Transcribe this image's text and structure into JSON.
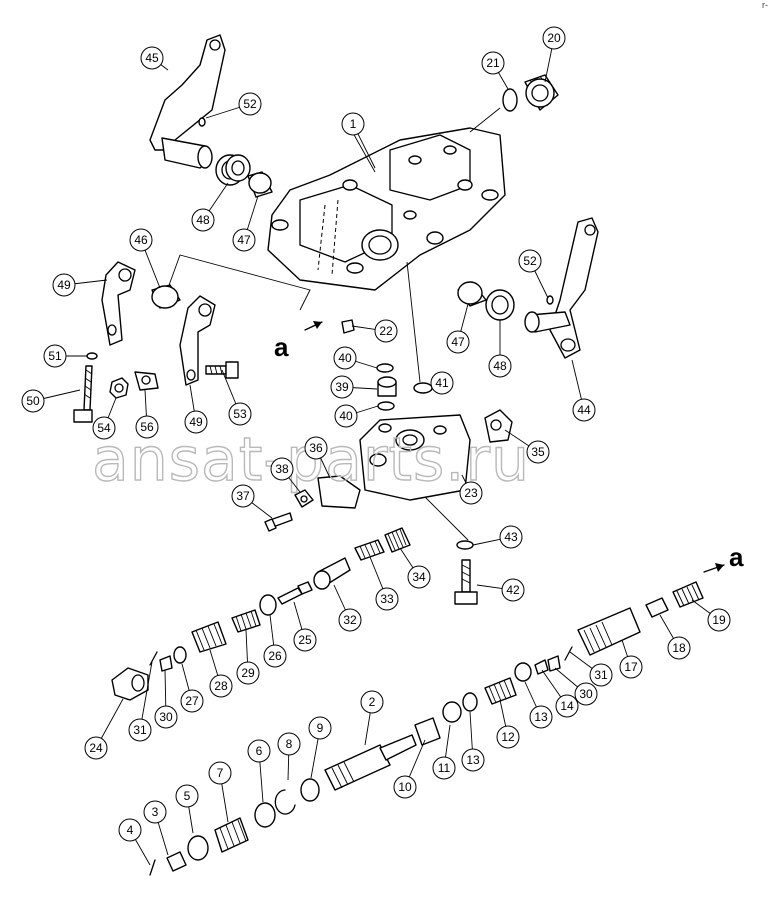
{
  "diagram": {
    "parts": [
      {
        "id": "p1",
        "number": "1"
      },
      {
        "id": "p2",
        "number": "2"
      },
      {
        "id": "p3",
        "number": "3"
      },
      {
        "id": "p4",
        "number": "4"
      },
      {
        "id": "p5",
        "number": "5"
      },
      {
        "id": "p6",
        "number": "6"
      },
      {
        "id": "p7",
        "number": "7"
      },
      {
        "id": "p8",
        "number": "8"
      },
      {
        "id": "p9",
        "number": "9"
      },
      {
        "id": "p10",
        "number": "10"
      },
      {
        "id": "p11",
        "number": "11"
      },
      {
        "id": "p12",
        "number": "12"
      },
      {
        "id": "p13a",
        "number": "13"
      },
      {
        "id": "p13b",
        "number": "13"
      },
      {
        "id": "p14",
        "number": "14"
      },
      {
        "id": "p17",
        "number": "17"
      },
      {
        "id": "p18",
        "number": "18"
      },
      {
        "id": "p19",
        "number": "19"
      },
      {
        "id": "p20",
        "number": "20"
      },
      {
        "id": "p21",
        "number": "21"
      },
      {
        "id": "p22",
        "number": "22"
      },
      {
        "id": "p23",
        "number": "23"
      },
      {
        "id": "p24",
        "number": "24"
      },
      {
        "id": "p25",
        "number": "25"
      },
      {
        "id": "p26",
        "number": "26"
      },
      {
        "id": "p27",
        "number": "27"
      },
      {
        "id": "p28",
        "number": "28"
      },
      {
        "id": "p29",
        "number": "29"
      },
      {
        "id": "p30a",
        "number": "30"
      },
      {
        "id": "p30b",
        "number": "30"
      },
      {
        "id": "p31a",
        "number": "31"
      },
      {
        "id": "p31b",
        "number": "31"
      },
      {
        "id": "p32",
        "number": "32"
      },
      {
        "id": "p33",
        "number": "33"
      },
      {
        "id": "p34",
        "number": "34"
      },
      {
        "id": "p35",
        "number": "35"
      },
      {
        "id": "p36",
        "number": "36"
      },
      {
        "id": "p37",
        "number": "37"
      },
      {
        "id": "p38",
        "number": "38"
      },
      {
        "id": "p39",
        "number": "39"
      },
      {
        "id": "p40a",
        "number": "40"
      },
      {
        "id": "p40b",
        "number": "40"
      },
      {
        "id": "p41",
        "number": "41"
      },
      {
        "id": "p42",
        "number": "42"
      },
      {
        "id": "p43",
        "number": "43"
      },
      {
        "id": "p44",
        "number": "44"
      },
      {
        "id": "p45",
        "number": "45"
      },
      {
        "id": "p46",
        "number": "46"
      },
      {
        "id": "p47a",
        "number": "47"
      },
      {
        "id": "p47b",
        "number": "47"
      },
      {
        "id": "p48a",
        "number": "48"
      },
      {
        "id": "p48b",
        "number": "48"
      },
      {
        "id": "p49a",
        "number": "49"
      },
      {
        "id": "p49b",
        "number": "49"
      },
      {
        "id": "p50",
        "number": "50"
      },
      {
        "id": "p51",
        "number": "51"
      },
      {
        "id": "p52a",
        "number": "52"
      },
      {
        "id": "p52b",
        "number": "52"
      },
      {
        "id": "p53",
        "number": "53"
      },
      {
        "id": "p54",
        "number": "54"
      },
      {
        "id": "p56",
        "number": "56"
      }
    ],
    "reference_marks": {
      "left": "a",
      "right": "a"
    },
    "watermark": "ansat-parts.ru",
    "corner_mark": "r-"
  }
}
